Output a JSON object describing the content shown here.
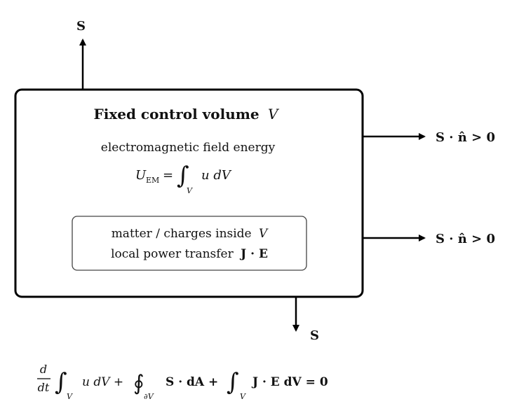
{
  "labels": {
    "s_top": "S",
    "s_bottom": "S",
    "flux_upper": "S · n̂ > 0",
    "flux_lower": "S · n̂ > 0"
  },
  "control_volume": {
    "title_prefix": "Fixed control volume",
    "title_var": "V",
    "energy_caption": "electromagnetic field energy",
    "energy_formula": {
      "lhs_symbol": "U",
      "lhs_subscript": "EM",
      "equals": "=",
      "integral": "∫",
      "domain": "V",
      "integrand": "u dV"
    }
  },
  "matter_box": {
    "line1": "matter / charges inside",
    "line1_var": "V",
    "line2": "local power transfer",
    "line2_term": "J · E"
  },
  "balance_equation": {
    "frac_num": "d",
    "frac_den": "dt",
    "int1": "∫",
    "int1_domain": "V",
    "term1": "u dV +",
    "oint": "∮",
    "oint_domain": "∂V",
    "term2": "S · dA +",
    "int2": "∫",
    "int2_domain": "V",
    "term3": "J · E dV = 0"
  },
  "colors": {
    "stroke": "#000000",
    "matter_stroke": "#444444",
    "text": "#111111"
  }
}
